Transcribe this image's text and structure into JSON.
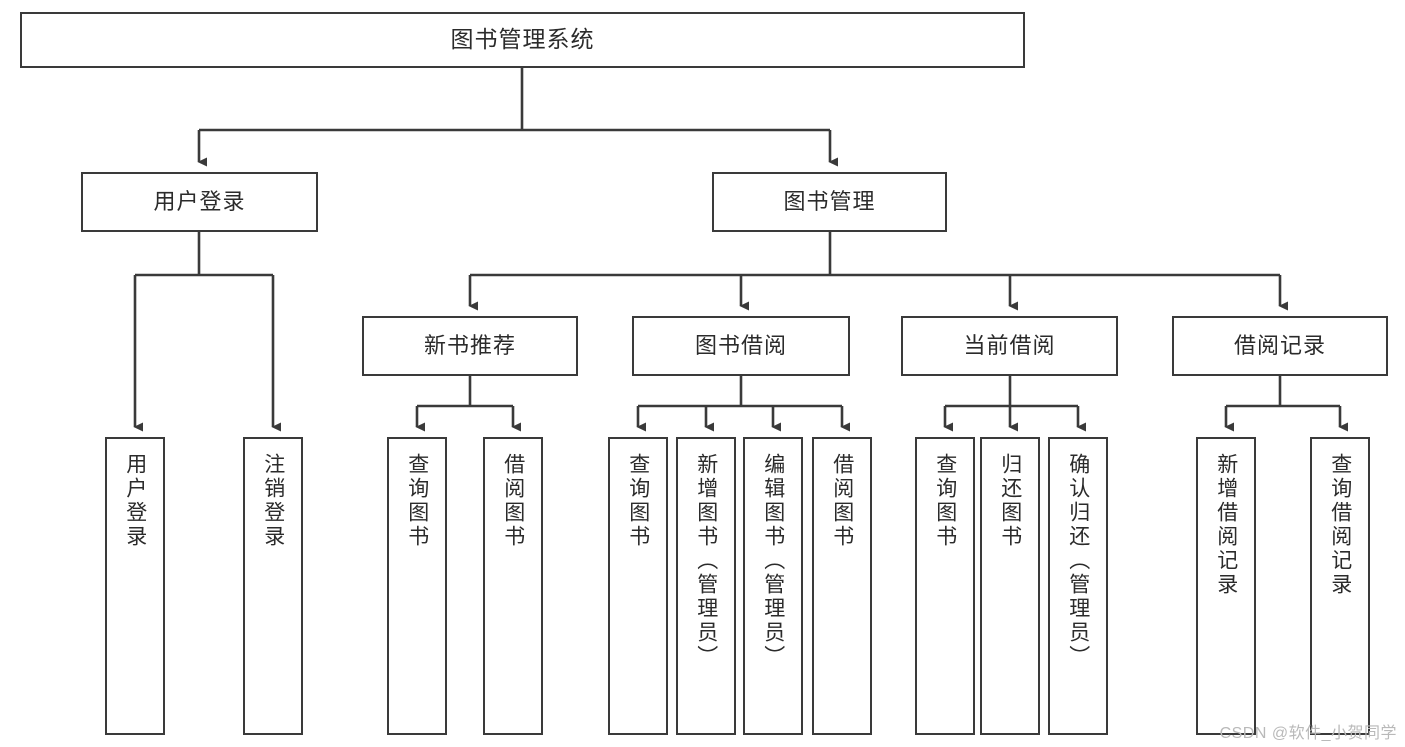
{
  "diagram": {
    "title": "图书管理系统",
    "type": "tree",
    "background": "#ffffff",
    "line_color": "#3a3a3a",
    "box_border_color": "#3a3a3a",
    "text_color": "#2b2b2b"
  },
  "nodes": {
    "root": {
      "label": "图书管理系统"
    },
    "level2": [
      {
        "label": "用户登录"
      },
      {
        "label": "图书管理"
      }
    ],
    "level3": [
      {
        "label": "新书推荐"
      },
      {
        "label": "图书借阅"
      },
      {
        "label": "当前借阅"
      },
      {
        "label": "借阅记录"
      }
    ],
    "leaves": {
      "user_login": [
        {
          "label": "用户登录"
        },
        {
          "label": "注销登录"
        }
      ],
      "new_book_recommend": [
        {
          "label": "查询图书"
        },
        {
          "label": "借阅图书"
        }
      ],
      "book_borrow": [
        {
          "label": "查询图书"
        },
        {
          "label": "新增图书（管理员）"
        },
        {
          "label": "编辑图书（管理员）"
        },
        {
          "label": "借阅图书"
        }
      ],
      "current_borrow": [
        {
          "label": "查询图书"
        },
        {
          "label": "归还图书"
        },
        {
          "label": "确认归还（管理员）"
        }
      ],
      "borrow_record": [
        {
          "label": "新增借阅记录"
        },
        {
          "label": "查询借阅记录"
        }
      ]
    }
  },
  "watermark": {
    "text": "CSDN @软件_小贺同学"
  }
}
